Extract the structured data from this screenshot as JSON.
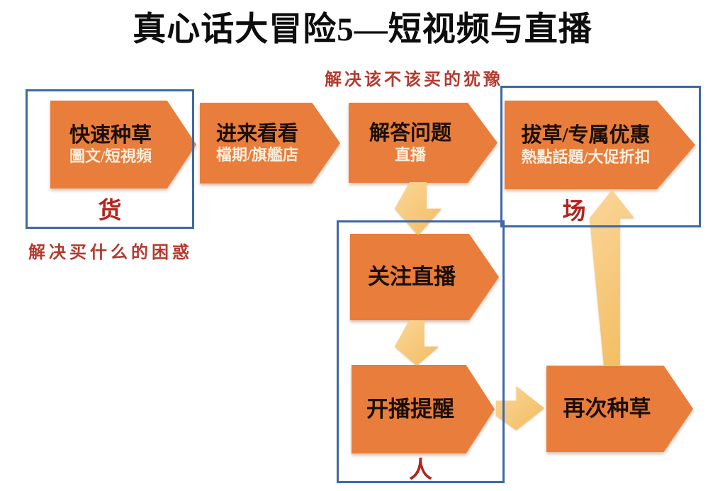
{
  "title": "真心话大冒险5—短视频与直播",
  "annotations": {
    "hesitation": "解决该不该买的犹豫",
    "confusion": "解决买什么的困惑"
  },
  "labels": {
    "goods": "货",
    "venue": "场",
    "people": "人"
  },
  "steps": [
    {
      "title": "快速种草",
      "subtitle": "圖文/短視頻"
    },
    {
      "title": "进来看看",
      "subtitle": "檔期/旗艦店"
    },
    {
      "title": "解答问题",
      "subtitle": "直播"
    },
    {
      "title": "拔草/专属优惠",
      "subtitle": "熱點話題/大促折扣"
    },
    {
      "title": "关注直播"
    },
    {
      "title": "开播提醒"
    },
    {
      "title": "再次种草"
    }
  ],
  "flow": {
    "arrows": [
      "解答问题 → 关注直播",
      "关注直播 → 开播提醒",
      "开播提醒 → 再次种草",
      "再次种草 → 拔草/专属优惠"
    ]
  },
  "colors": {
    "title_black": "#0d0d0d",
    "chevron_orange": "#e87d3c",
    "chevron_title": "#1c0f06",
    "chevron_subtitle": "#faeedd",
    "arrow_yellow": "#f3bc60",
    "arrow_yellow_light": "#fad699",
    "border_blue": "#3e68a5",
    "annotation_red": "#b5392e",
    "label_red": "#b2241c"
  }
}
